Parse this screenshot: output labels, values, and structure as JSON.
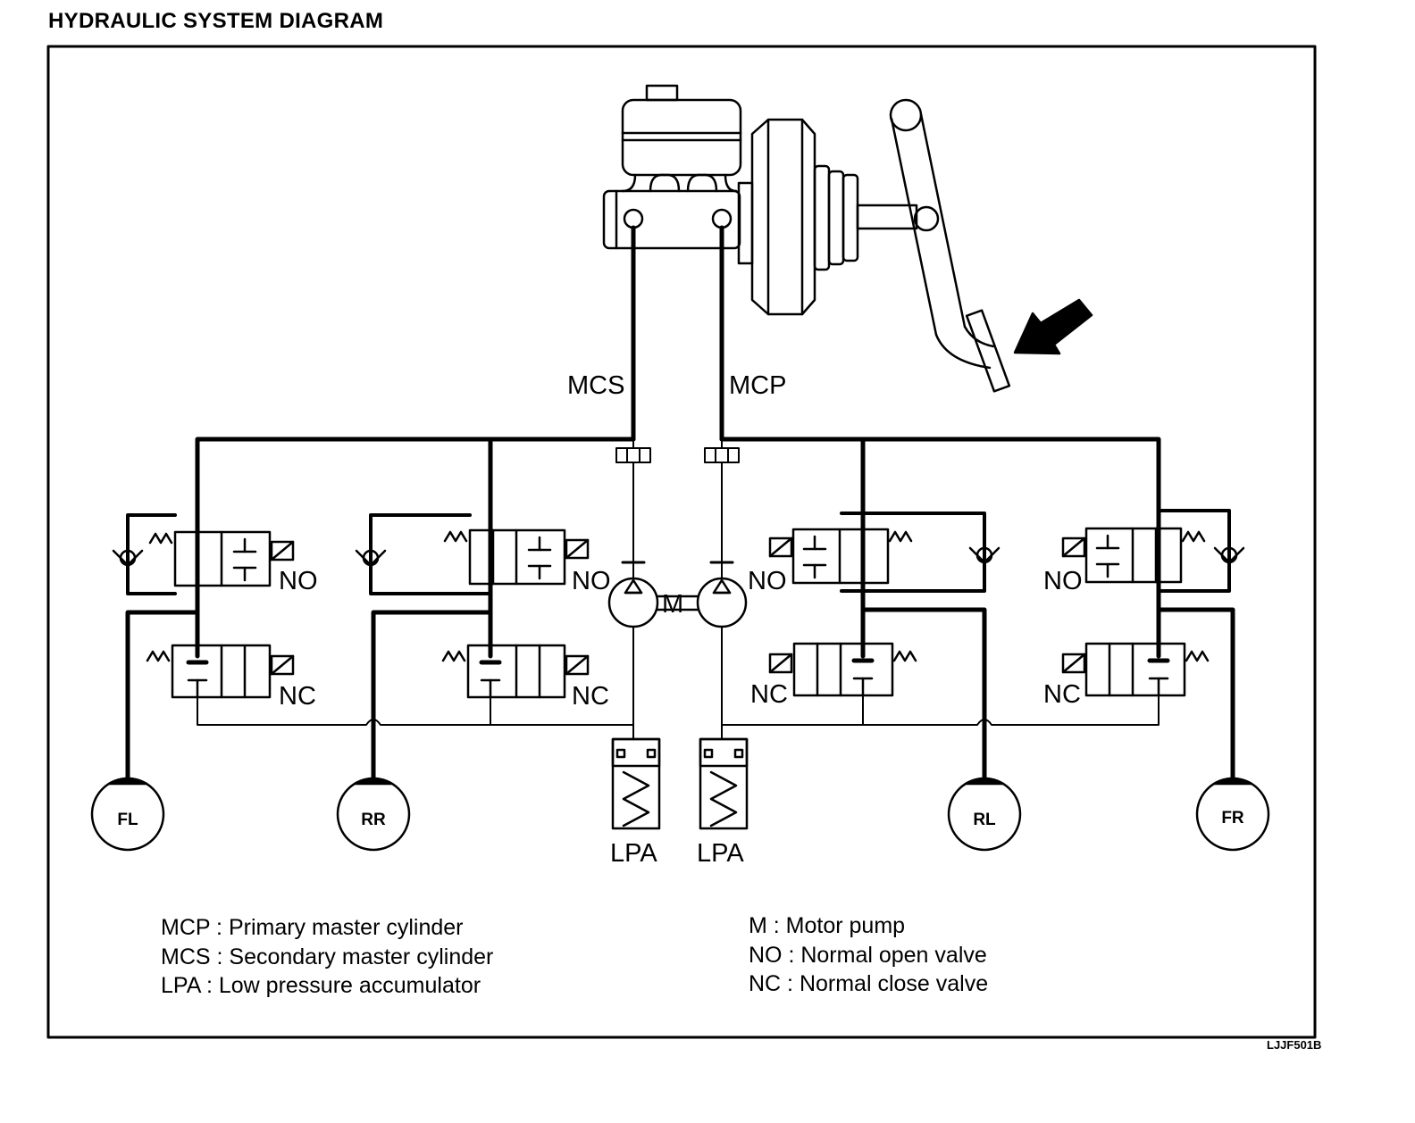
{
  "title": "HYDRAULIC SYSTEM DIAGRAM",
  "labels": {
    "mcs": "MCS",
    "mcp": "MCP",
    "no": "NO",
    "nc": "NC",
    "motor": "M",
    "lpa": "LPA"
  },
  "wheels": {
    "fl": "FL",
    "rr": "RR",
    "rl": "RL",
    "fr": "FR"
  },
  "legend": {
    "mcp": "MCP : Primary master cylinder",
    "mcs": "MCS : Secondary master cylinder",
    "lpa": "LPA : Low pressure accumulator",
    "m": "M : Motor pump",
    "no": "NO : Normal open valve",
    "nc": "NC : Normal close valve"
  },
  "ref_code": "LJJF501B"
}
